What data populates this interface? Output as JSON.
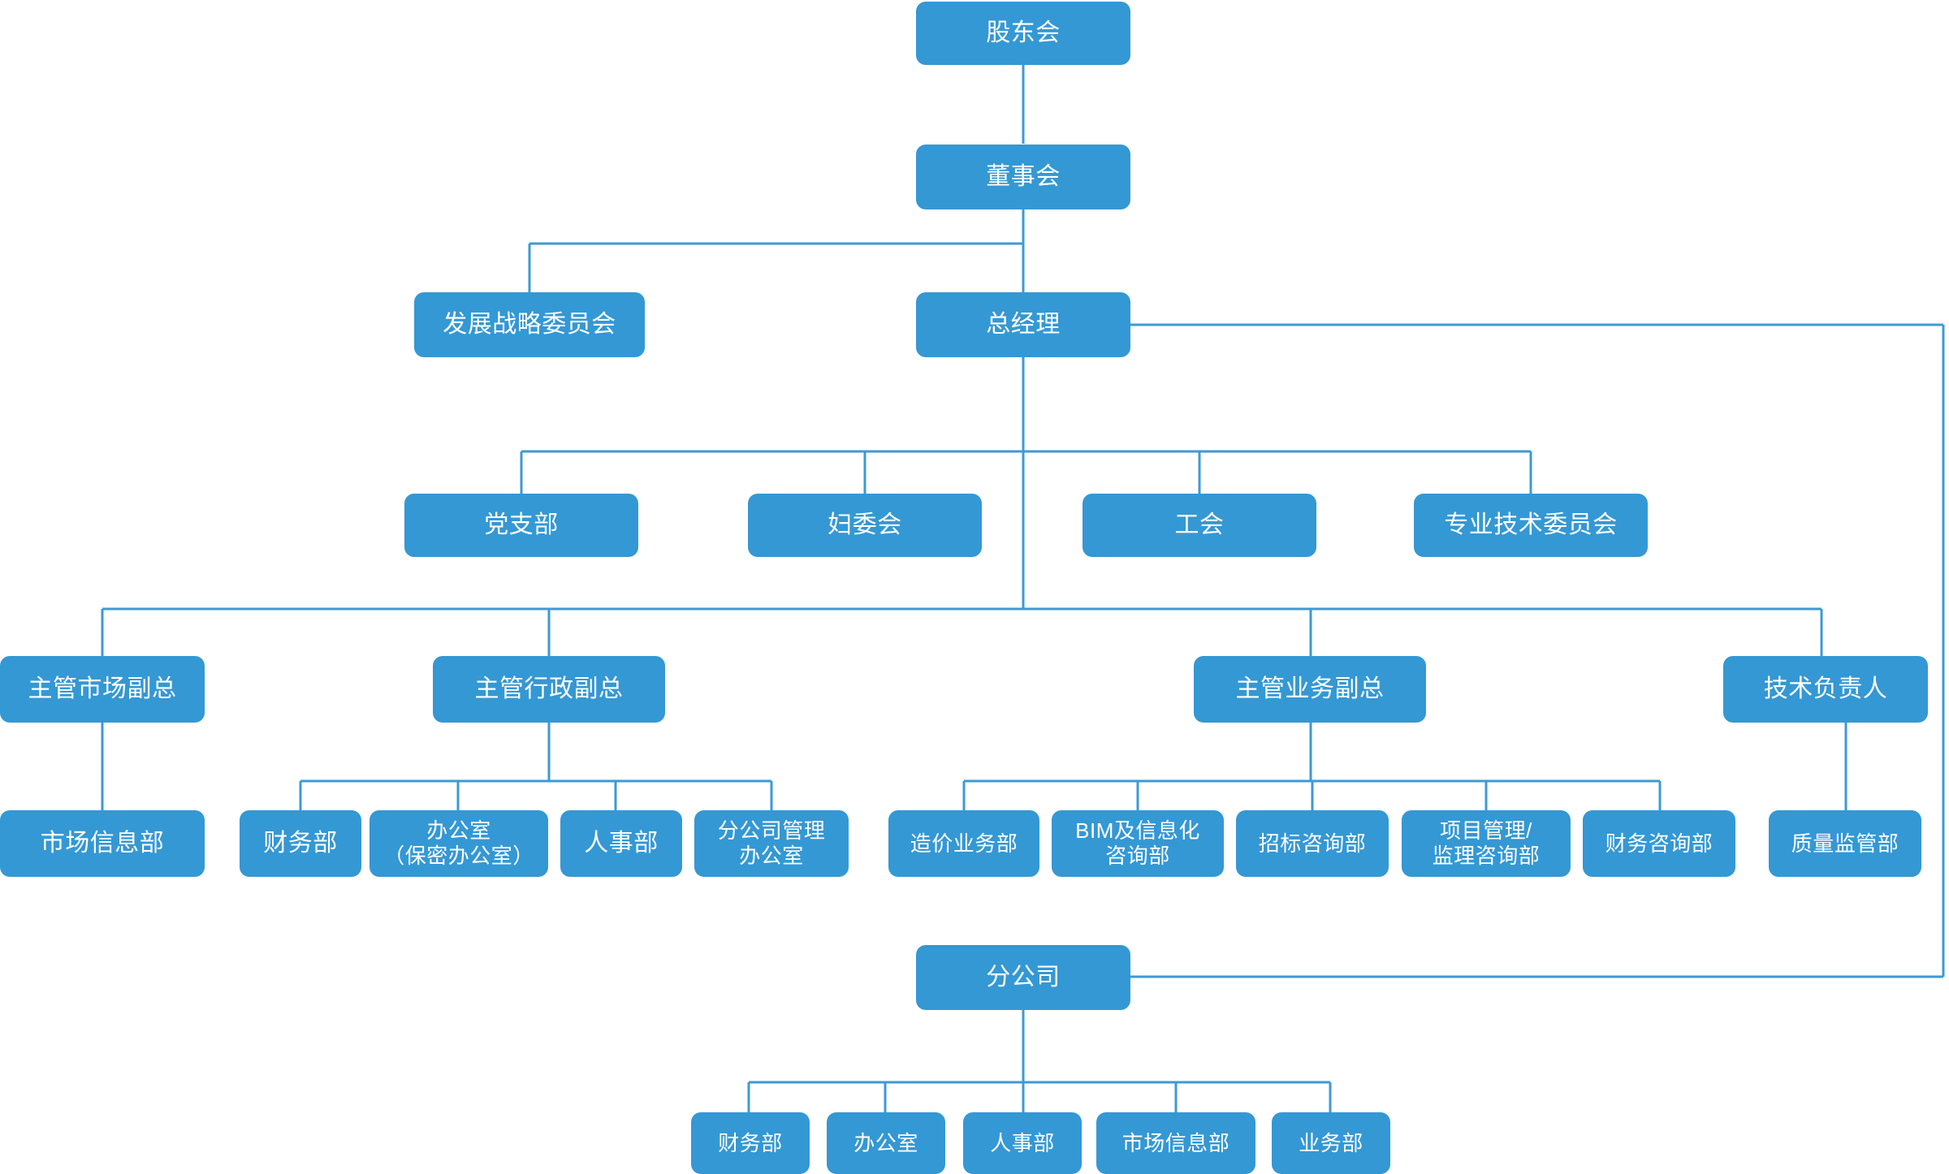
{
  "meta": {
    "title": "公司组织结构图",
    "diagram_type": "org-chart",
    "accent_color": "#3498d4",
    "line_color": "#3d9ad4",
    "text_color": "#ffffff",
    "background_color": "#ffffff"
  },
  "nodes": {
    "shareholders_meeting": {
      "label": "股东会",
      "level": "1"
    },
    "board_of_directors": {
      "label": "董事会",
      "level": "2"
    },
    "development_strategy_committee": {
      "label": "发展战略委员会",
      "level": "3"
    },
    "general_manager": {
      "label": "总经理",
      "level": "3"
    },
    "party_branch": {
      "label": "党支部",
      "level": "4"
    },
    "womens_committee": {
      "label": "妇委会",
      "level": "4"
    },
    "labor_union": {
      "label": "工会",
      "level": "4"
    },
    "professional_technical_committee": {
      "label": "专业技术委员会",
      "level": "4"
    },
    "vp_market": {
      "label": "主管市场副总",
      "level": "5"
    },
    "vp_admin": {
      "label": "主管行政副总",
      "level": "5"
    },
    "vp_business": {
      "label": "主管业务副总",
      "level": "5"
    },
    "technical_director": {
      "label": "技术负责人",
      "level": "5"
    },
    "market_info_dept": {
      "label": "市场信息部",
      "level": "6"
    },
    "finance_dept": {
      "label": "财务部",
      "level": "6"
    },
    "office_dept": {
      "label": "办公室\n（保密办公室）",
      "level": "6"
    },
    "hr_dept": {
      "label": "人事部",
      "level": "6"
    },
    "branch_mgmt_office": {
      "label": "分公司管理\n办公室",
      "level": "6"
    },
    "cost_business_dept": {
      "label": "造价业务部",
      "level": "6"
    },
    "bim_info_consulting_dept": {
      "label": "BIM及信息化\n咨询部",
      "level": "6"
    },
    "bidding_consulting_dept": {
      "label": "招标咨询部",
      "level": "6"
    },
    "project_supervision_dept": {
      "label": "项目管理/\n监理咨询部",
      "level": "6"
    },
    "finance_consulting_dept": {
      "label": "财务咨询部",
      "level": "6"
    },
    "quality_supervision_dept": {
      "label": "质量监管部",
      "level": "6"
    },
    "branch_company": {
      "label": "分公司",
      "level": "7"
    },
    "branch_finance_dept": {
      "label": "财务部",
      "level": "8"
    },
    "branch_office_dept": {
      "label": "办公室",
      "level": "8"
    },
    "branch_hr_dept": {
      "label": "人事部",
      "level": "8"
    },
    "branch_market_info_dept": {
      "label": "市场信息部",
      "level": "8"
    },
    "branch_business_dept": {
      "label": "业务部",
      "level": "8"
    }
  },
  "hierarchy": {
    "root": "股东会",
    "edges": [
      {
        "from": "股东会",
        "to": "董事会"
      },
      {
        "from": "董事会",
        "to": "发展战略委员会"
      },
      {
        "from": "董事会",
        "to": "总经理"
      },
      {
        "from": "总经理",
        "to": "党支部"
      },
      {
        "from": "总经理",
        "to": "妇委会"
      },
      {
        "from": "总经理",
        "to": "工会"
      },
      {
        "from": "总经理",
        "to": "专业技术委员会"
      },
      {
        "from": "总经理",
        "to": "主管市场副总"
      },
      {
        "from": "总经理",
        "to": "主管行政副总"
      },
      {
        "from": "总经理",
        "to": "主管业务副总"
      },
      {
        "from": "总经理",
        "to": "技术负责人"
      },
      {
        "from": "总经理",
        "to": "分公司"
      },
      {
        "from": "主管市场副总",
        "to": "市场信息部"
      },
      {
        "from": "主管行政副总",
        "to": "财务部"
      },
      {
        "from": "主管行政副总",
        "to": "办公室（保密办公室）"
      },
      {
        "from": "主管行政副总",
        "to": "人事部"
      },
      {
        "from": "主管行政副总",
        "to": "分公司管理办公室"
      },
      {
        "from": "主管业务副总",
        "to": "造价业务部"
      },
      {
        "from": "主管业务副总",
        "to": "BIM及信息化咨询部"
      },
      {
        "from": "主管业务副总",
        "to": "招标咨询部"
      },
      {
        "from": "主管业务副总",
        "to": "项目管理/监理咨询部"
      },
      {
        "from": "主管业务副总",
        "to": "财务咨询部"
      },
      {
        "from": "技术负责人",
        "to": "质量监管部"
      },
      {
        "from": "分公司",
        "to": "财务部"
      },
      {
        "from": "分公司",
        "to": "办公室"
      },
      {
        "from": "分公司",
        "to": "人事部"
      },
      {
        "from": "分公司",
        "to": "市场信息部"
      },
      {
        "from": "分公司",
        "to": "业务部"
      }
    ]
  }
}
